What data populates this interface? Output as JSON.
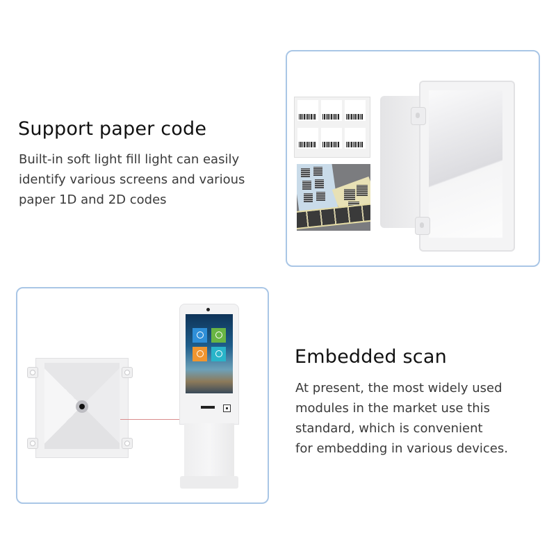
{
  "sections": [
    {
      "title": "Support paper code",
      "description_lines": [
        "Built-in soft light fill light can easily",
        "identify various screens and various",
        "paper 1D and 2D codes"
      ],
      "image": {
        "alt": "Paper barcode labels, QR code stickers and a white scanner module with funnel light guide",
        "icon": "scanner-module-angled"
      }
    },
    {
      "title": "Embedded scan",
      "description_lines": [
        "At present, the most widely used",
        "modules in the market use this",
        "standard, which is convenient",
        "for embedding in various devices."
      ],
      "image": {
        "alt": "Front view of scanner module connected by a red line to the scan window of a self-service kiosk",
        "icon": "kiosk-with-scanner"
      }
    }
  ],
  "colors": {
    "frame_border": "#a9c6e6",
    "title_text": "#111111",
    "body_text": "#3a3a3a",
    "connector_line": "#d98b8b",
    "kiosk_tiles": [
      "#2f8fd8",
      "#69b544",
      "#f0952f",
      "#29b4c9"
    ]
  }
}
